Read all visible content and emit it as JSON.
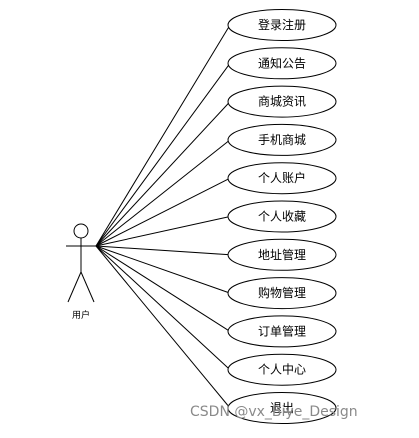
{
  "actor": {
    "label": "用户"
  },
  "use_cases": [
    "登录注册",
    "通知公告",
    "商城资讯",
    "手机商城",
    "个人账户",
    "个人收藏",
    "地址管理",
    "购物管理",
    "订单管理",
    "个人中心",
    "退出"
  ],
  "watermark": "CSDN @vx_Biye_Design"
}
